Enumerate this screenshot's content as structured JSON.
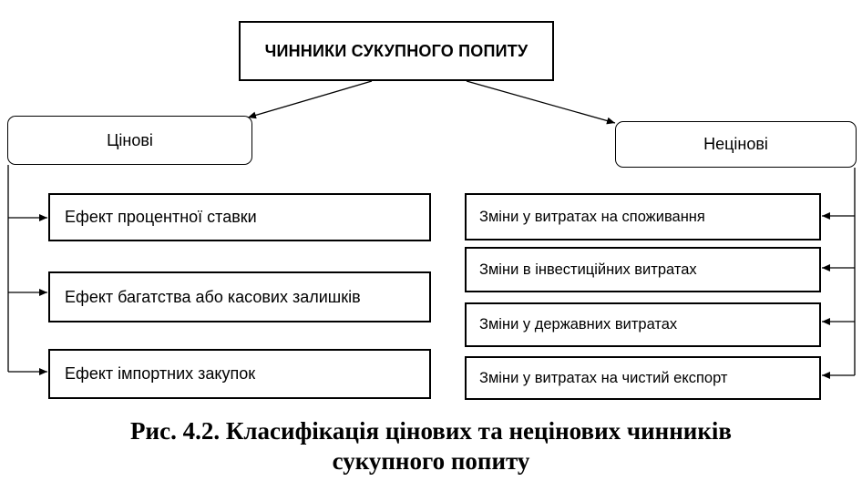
{
  "diagram": {
    "root": "ЧИННИКИ СУКУПНОГО ПОПИТУ",
    "left_branch": {
      "label": "Цінові",
      "items": [
        "Ефект процентної ставки",
        "Ефект багатства або касових залишків",
        "Ефект імпортних закупок"
      ]
    },
    "right_branch": {
      "label": "Нецінові",
      "items": [
        "Зміни у витратах на споживання",
        "Зміни в інвестиційних витратах",
        "Зміни у державних витратах",
        "Зміни у витратах на чистий експорт"
      ]
    }
  },
  "caption": {
    "line1": "Рис. 4.2. Класифікація цінових та нецінових чинників",
    "line2": "сукупного попиту"
  }
}
